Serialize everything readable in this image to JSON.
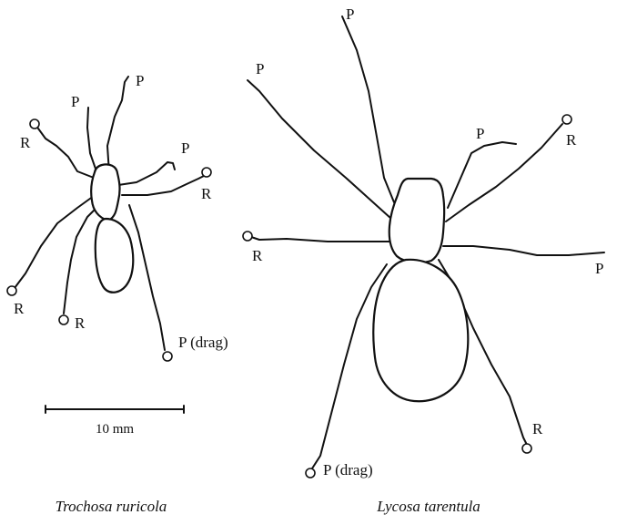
{
  "figure": {
    "species_left": "Trochosa ruricola",
    "species_right": "Lycosa tarentula",
    "scale_bar_label": "10 mm",
    "labels": {
      "propulsive": "P",
      "restraining": "R",
      "drag": "P (drag)"
    }
  },
  "colors": {
    "ink": "#111111",
    "background": "#ffffff"
  }
}
